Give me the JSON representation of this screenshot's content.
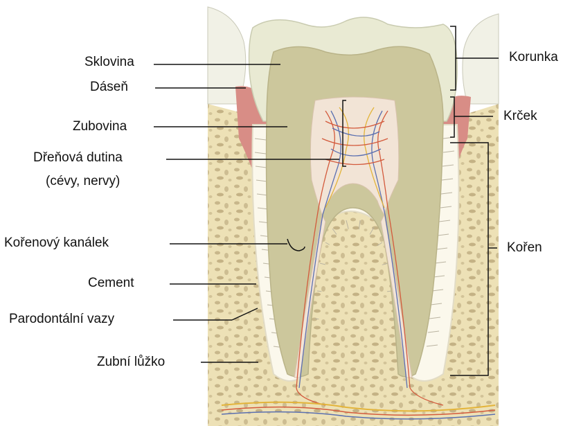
{
  "labels_left": {
    "sklovina": "Sklovina",
    "dasen": "Dáseň",
    "zubovina": "Zubovina",
    "drenova_dutina": "Dřeňová dutina",
    "drenova_dutina_sub": "(cévy, nervy)",
    "korenovy_kanalek": "Kořenový kanálek",
    "cement": "Cement",
    "parodontalni_vazy": "Parodontální vazy",
    "zubni_luzko": "Zubní lůžko"
  },
  "labels_right": {
    "korunka": "Korunka",
    "krcek": "Krček",
    "koren": "Kořen"
  },
  "colors": {
    "enamel": "#e9ead3",
    "dentin": "#ccc79c",
    "pulp": "#f2e4d6",
    "gum": "#d88d86",
    "bone": "#ecdfb3",
    "bone_spot": "#c9b88e",
    "ligament": "#ffffff",
    "nerve_red": "#d35a3c",
    "nerve_blue": "#5a6fb0",
    "nerve_yellow": "#e3b43a",
    "leader": "#111111"
  }
}
